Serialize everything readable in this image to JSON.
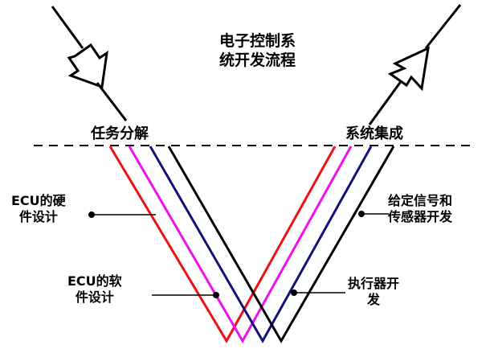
{
  "title": {
    "line1": "电子控制系",
    "line2": "统开发流程"
  },
  "phases": {
    "left": "任务分解",
    "right": "系统集成"
  },
  "annotations": {
    "hw_line1": "ECU的硬",
    "hw_line2": "件设计",
    "sw_line1": "ECU的软",
    "sw_line2": "件设计",
    "sensor_line1": "给定信号和",
    "sensor_line2": "传感器开发",
    "actuator_line1": "执行器开",
    "actuator_line2": "发"
  },
  "colors": {
    "red": "#ee1111",
    "magenta": "#ee11ee",
    "navy": "#111177",
    "black": "#000000"
  },
  "icons": {
    "left_arrow": "down-right-arrow-icon",
    "right_arrow": "up-right-arrow-icon"
  }
}
